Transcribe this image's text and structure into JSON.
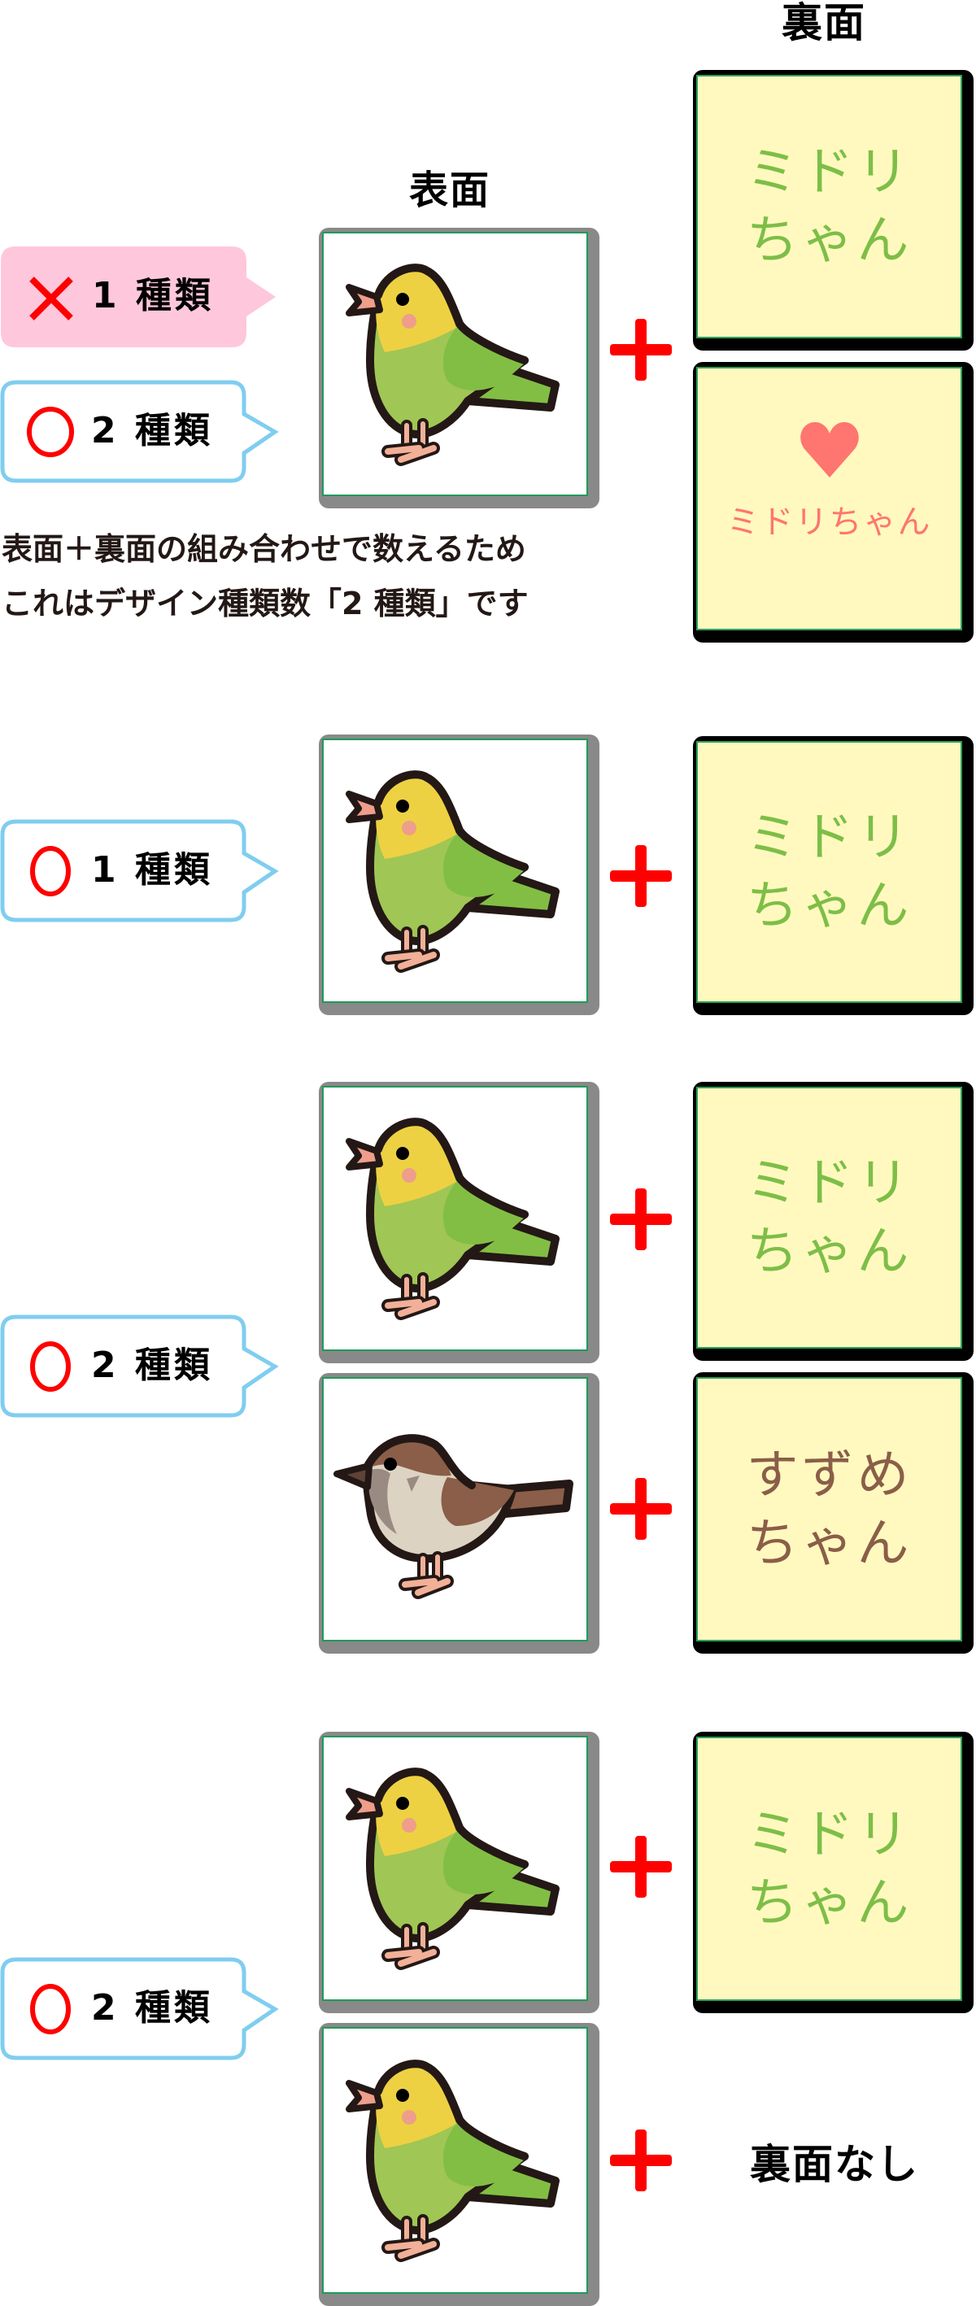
{
  "headers": {
    "back_label": "裏面",
    "front_label": "表面"
  },
  "colors": {
    "green_name": "#7dbe47",
    "pink_name": "#ff7570",
    "brown_name": "#8a5e48",
    "card_back_bg": "#fff9bf",
    "bubble_pink": "#fec7dc",
    "bubble_blue_border": "#80cdf0",
    "mark_red": "#ff0000"
  },
  "sections": [
    {
      "bubbles": [
        {
          "type": "wrong",
          "mark": "cross-mark",
          "label": "1 種類"
        },
        {
          "type": "correct",
          "mark": "circle-mark",
          "label": "2 種類"
        }
      ],
      "explanation": {
        "line1": "表面＋裏面の組み合わせで数えるため",
        "line2": "これはデザイン種類数「2 種類」です"
      },
      "front_cards": [
        {
          "bird": "green-bird"
        }
      ],
      "back_cards": [
        {
          "name_line1": "ミドリ",
          "name_line2": "ちゃん"
        },
        {
          "icon": "heart-icon",
          "name": "ミドリちゃん"
        }
      ]
    },
    {
      "bubbles": [
        {
          "type": "correct",
          "mark": "circle-mark",
          "label": "1 種類"
        }
      ],
      "front_cards": [
        {
          "bird": "green-bird"
        }
      ],
      "back_cards": [
        {
          "name_line1": "ミドリ",
          "name_line2": "ちゃん"
        }
      ]
    },
    {
      "bubbles": [
        {
          "type": "correct",
          "mark": "circle-mark",
          "label": "2 種類"
        }
      ],
      "front_cards": [
        {
          "bird": "green-bird"
        },
        {
          "bird": "sparrow"
        }
      ],
      "back_cards": [
        {
          "name_line1": "ミドリ",
          "name_line2": "ちゃん"
        },
        {
          "name_line1": "すずめ",
          "name_line2": "ちゃん"
        }
      ]
    },
    {
      "bubbles": [
        {
          "type": "correct",
          "mark": "circle-mark",
          "label": "2 種類"
        }
      ],
      "front_cards": [
        {
          "bird": "green-bird"
        },
        {
          "bird": "green-bird"
        }
      ],
      "back_cards": [
        {
          "name_line1": "ミドリ",
          "name_line2": "ちゃん"
        }
      ],
      "no_back_label": "裏面なし"
    }
  ]
}
